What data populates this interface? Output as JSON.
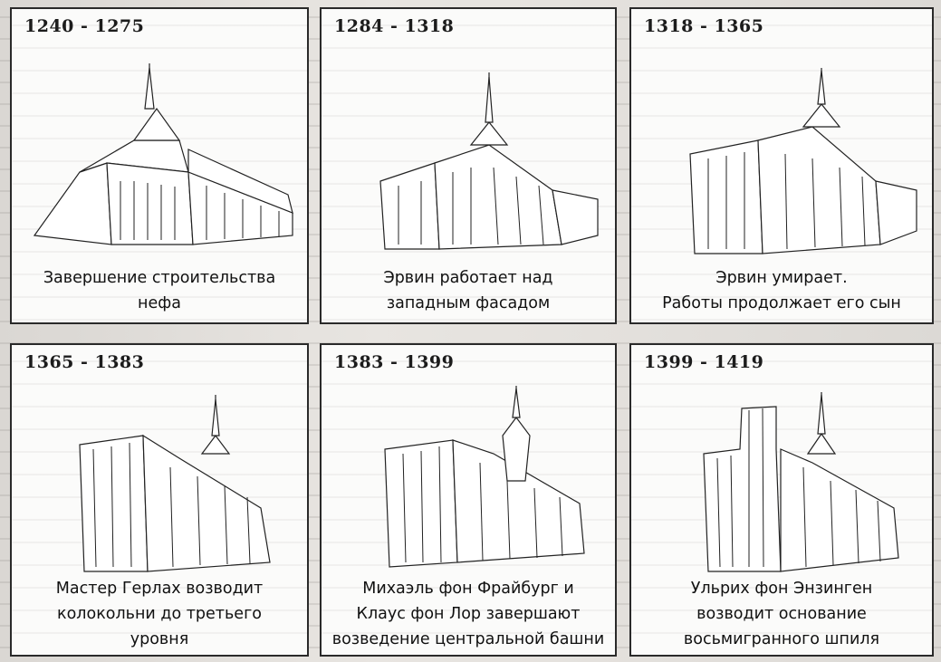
{
  "panels": [
    {
      "years": "1240 - 1275",
      "caption": [
        "Завершение строительства",
        "нефа"
      ]
    },
    {
      "years": "1284 - 1318",
      "caption": [
        "Эрвин работает над",
        "западным фасадом"
      ]
    },
    {
      "years": "1318 - 1365",
      "caption": [
        "Эрвин умирает.",
        "Работы продолжает его сын"
      ]
    },
    {
      "years": "1365 - 1383",
      "caption": [
        "Мастер  Герлах возводит",
        "колокольни до третьего",
        "уровня"
      ]
    },
    {
      "years": "1383 - 1399",
      "caption": [
        "Михаэль фон Фрайбург и",
        "Клаус фон Лор завершают",
        "возведение центральной башни"
      ]
    },
    {
      "years": "1399 - 1419",
      "caption": [
        "Ульрих фон Энзинген",
        "возводит основание",
        "восьмигранного шпиля"
      ]
    }
  ]
}
